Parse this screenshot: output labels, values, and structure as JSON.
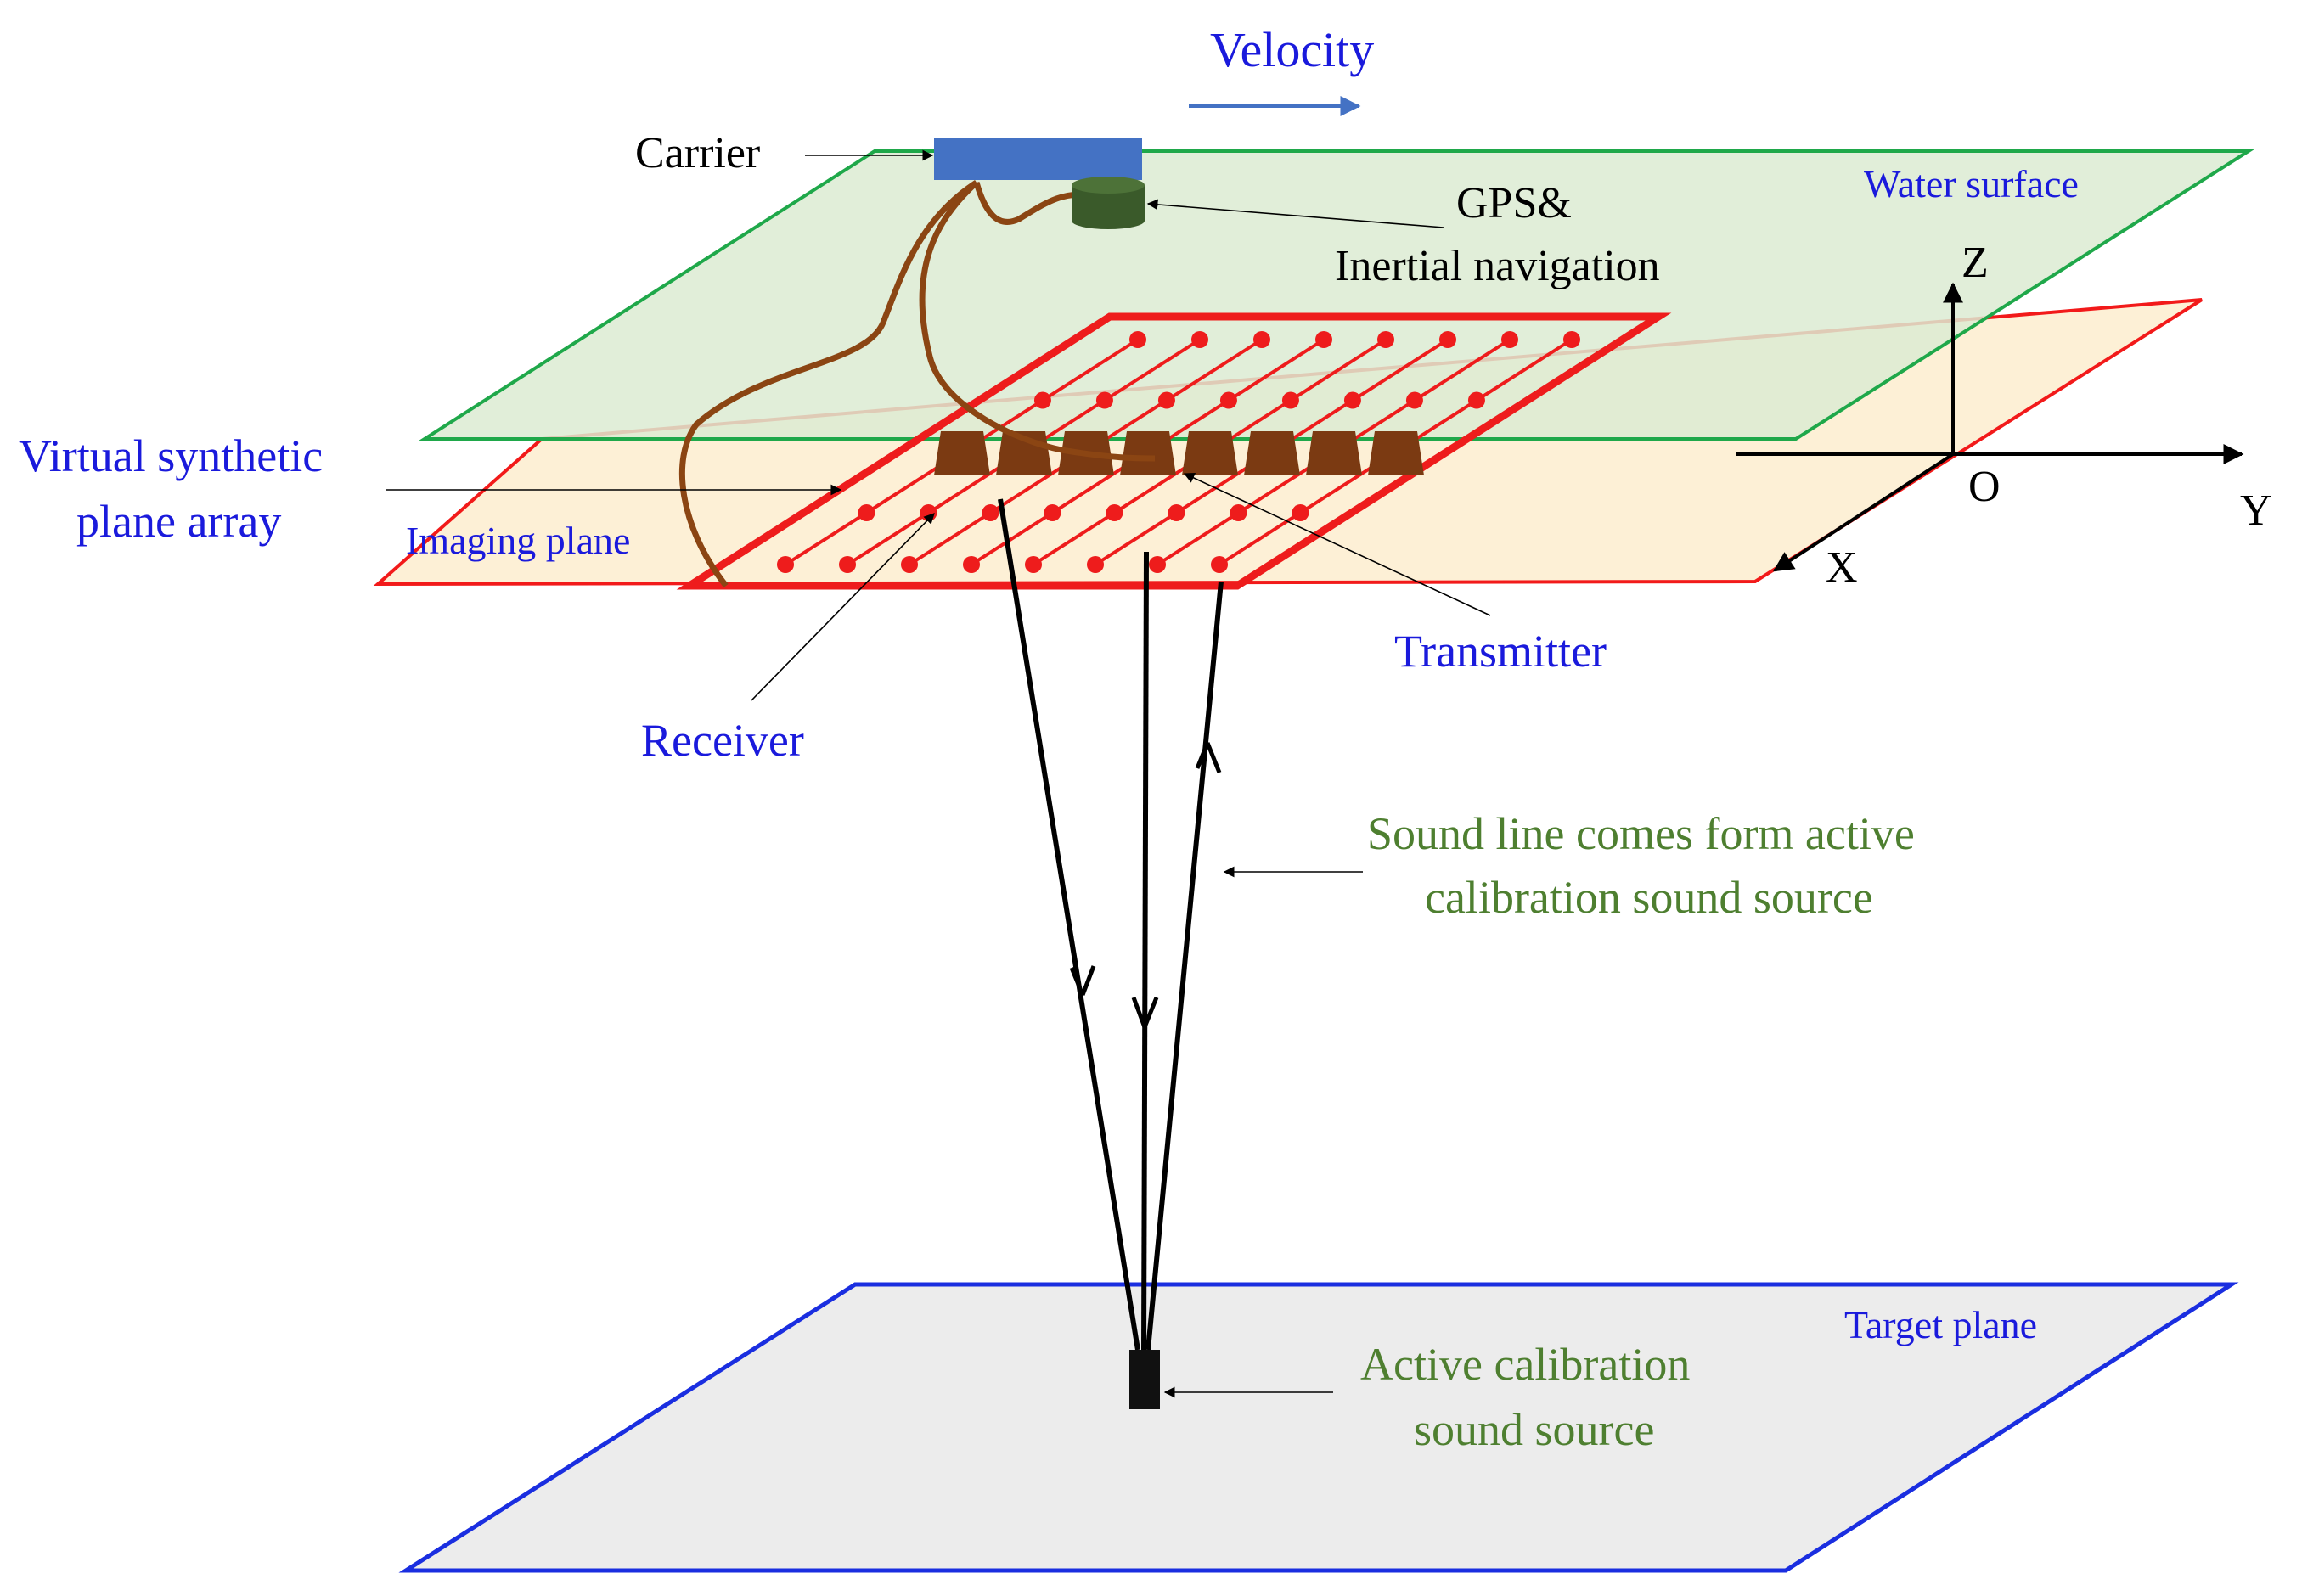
{
  "labels": {
    "velocity": "Velocity",
    "carrier": "Carrier",
    "gps_line1": "GPS&",
    "gps_line2": "Inertial navigation",
    "water_surface": "Water surface",
    "virtual_line1": "Virtual synthetic",
    "virtual_line2": "plane array",
    "imaging_plane": "Imaging plane",
    "transmitter": "Transmitter",
    "receiver": "Receiver",
    "sound_line1": "Sound line comes form active",
    "sound_line2": "calibration sound source",
    "target_plane": "Target plane",
    "active_line1": "Active calibration",
    "active_line2": "sound source",
    "axis_z": "Z",
    "axis_y": "Y",
    "axis_x": "X",
    "axis_o": "O"
  },
  "colors": {
    "label_blue": "#1a1adc",
    "label_green": "#4e7f30",
    "water_fill": "#e2eedc",
    "water_stroke": "#1fa84a",
    "imaging_fill": "#fdf0d6",
    "imaging_stroke": "#f21a1a",
    "target_fill": "#ececec",
    "target_stroke": "#1a2ee0",
    "carrier_fill": "#4472c4",
    "gps_fill": "#3a5a2a",
    "cable": "#8b4513",
    "transducer": "#7b3a12",
    "array_red": "#ee1c1c",
    "velocity_arrow": "#4472c4"
  },
  "icons": {
    "carrier": "carrier-box-icon",
    "gps": "gps-cylinder-icon",
    "source": "sound-source-icon"
  }
}
